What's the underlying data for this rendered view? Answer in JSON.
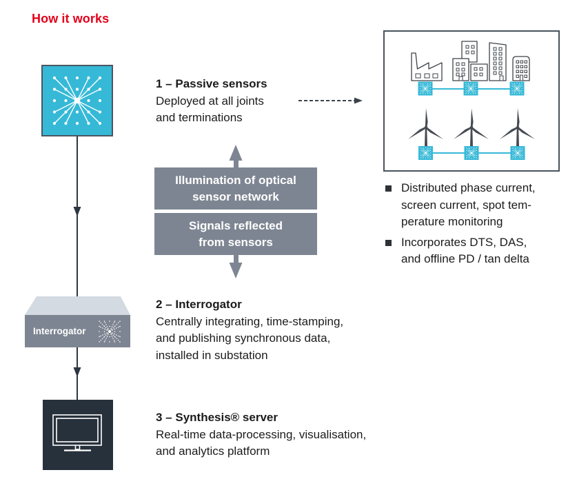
{
  "title": "How it works",
  "steps": [
    {
      "heading": "1 – Passive sensors",
      "lines": [
        "Deployed at all joints",
        "and terminations"
      ],
      "icon": "fiber-optic-sensor-icon"
    },
    {
      "heading": "2 – Interrogator",
      "lines": [
        "Centrally integrating, time-stamping,",
        "and publishing synchronous data,",
        "installed in substation"
      ],
      "icon": "interrogator-device-icon"
    },
    {
      "heading": "3 – Synthesis® server",
      "lines": [
        "Real-time data-processing, visualisation,",
        "and analytics platform"
      ],
      "icon": "monitor-icon"
    }
  ],
  "signal_flow": {
    "upstream": [
      "Illumination of optical",
      "sensor network"
    ],
    "downstream": [
      "Signals reflected",
      "from sensors"
    ]
  },
  "interrogator_label": "Interrogator",
  "deployment_illustration": {
    "top_row": [
      "factory-icon",
      "city-buildings-icon",
      "apartment-building-icon"
    ],
    "bottom_row": [
      "wind-turbine-icon",
      "wind-turbine-icon",
      "wind-turbine-icon"
    ]
  },
  "features": [
    {
      "lines": [
        "Distributed phase current,",
        "screen current, spot tem-",
        "perature monitoring"
      ]
    },
    {
      "lines": [
        "Incorporates DTS, DAS,",
        "and offline PD / tan delta"
      ]
    }
  ],
  "colors": {
    "accent": "#e3001b",
    "sensor": "#36b9d7",
    "panel_gray": "#7e8592",
    "server_dark": "#27313b",
    "connector": "#2d3640"
  }
}
